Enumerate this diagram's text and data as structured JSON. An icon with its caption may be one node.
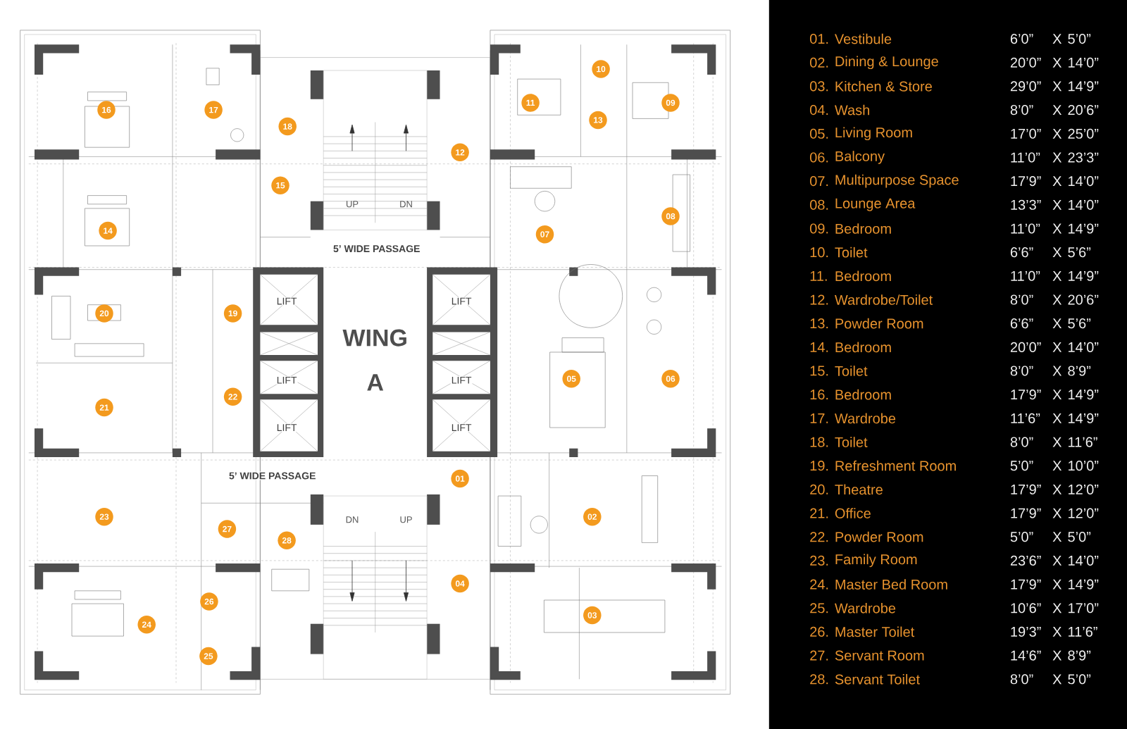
{
  "diagram": {
    "nodes": [
      {
        "text": [
          "01"
        ]
      },
      {
        "text": [
          "02"
        ]
      },
      {
        "text": [
          "03"
        ]
      },
      {
        "text": [
          "04"
        ]
      },
      {
        "text": [
          "05"
        ]
      },
      {
        "text": [
          "06"
        ]
      },
      {
        "text": [
          "07"
        ]
      },
      {
        "text": [
          "08"
        ]
      },
      {
        "text": [
          "09"
        ]
      },
      {
        "text": [
          "10"
        ]
      },
      {
        "text": [
          "11"
        ]
      },
      {
        "text": [
          "12"
        ]
      },
      {
        "text": [
          "13"
        ]
      },
      {
        "text": [
          "14"
        ]
      },
      {
        "text": [
          "15"
        ]
      },
      {
        "text": [
          "16"
        ]
      },
      {
        "text": [
          "17"
        ]
      },
      {
        "text": [
          "18"
        ]
      },
      {
        "text": [
          "19"
        ]
      },
      {
        "text": [
          "20"
        ]
      },
      {
        "text": [
          "21"
        ]
      },
      {
        "text": [
          "22"
        ]
      },
      {
        "text": [
          "23"
        ]
      },
      {
        "text": [
          "24"
        ]
      },
      {
        "text": [
          "25"
        ]
      },
      {
        "text": [
          "26"
        ]
      },
      {
        "text": [
          "27"
        ]
      },
      {
        "text": [
          "28"
        ]
      }
    ],
    "labels": [
      "UP",
      "DN",
      "5’ WIDE PASSAGE",
      "LIFT",
      "LIFT",
      "WING",
      "LIFT",
      "LIFT",
      "A",
      "LIFT",
      "LIFT",
      "5’ WIDE PASSAGE",
      "DN",
      "UP",
      "01.",
      "Vestibule",
      "6’0”",
      "X",
      "5’0”",
      "02.",
      "Dining & Lounge",
      "20’0”",
      "X",
      "14’0”",
      "03.",
      "Kitchen & Store",
      "29’0”",
      "X",
      "14’9”",
      "04.",
      "Wash",
      "8’0”",
      "X",
      "20’6”",
      "05.",
      "Living Room",
      "17’0”",
      "X",
      "25’0”",
      "06.",
      "Balcony",
      "11’0”",
      "X",
      "23’3”",
      "07.",
      "Multipurpose Space",
      "17’9”",
      "X",
      "14’0”",
      "08.",
      "Lounge Area",
      "13’3”",
      "X",
      "14’0”",
      "09.",
      "Bedroom",
      "11’0”",
      "X",
      "14’9”",
      "10.",
      "Toilet",
      "6’6”",
      "X",
      "5’6”",
      "11.",
      "Bedroom",
      "11’0”",
      "X",
      "14’9”",
      "12.",
      "Wardrobe/Toilet",
      "8’0”",
      "X",
      "20’6”",
      "13.",
      "Powder Room",
      "6’6”",
      "X",
      "5’6”",
      "14.",
      "Bedroom",
      "20’0”",
      "X",
      "14’0”",
      "15.",
      "Toilet",
      "8’0”",
      "X",
      "8’9”",
      "16.",
      "Bedroom",
      "17’9”",
      "X",
      "14’9”",
      "17.",
      "Wardrobe",
      "11’6”",
      "X",
      "14’9”",
      "18.",
      "Toilet",
      "8’0”",
      "X",
      "11’6”",
      "19.",
      "Refreshment Room",
      "5’0”",
      "X",
      "10’0”",
      "20.",
      "Theatre",
      "17’9”",
      "X",
      "12’0”",
      "21.",
      "Office",
      "17’9”",
      "X",
      "12’0”",
      "22.",
      "Powder Room",
      "5’0”",
      "X",
      "5’0”",
      "23.",
      "Family Room",
      "23’6”",
      "X",
      "14’0”",
      "24.",
      "Master Bed Room",
      "17’9”",
      "X",
      "14’9”",
      "25.",
      "Wardrobe",
      "10’6”",
      "X",
      "17’0”",
      "26.",
      "Master Toilet",
      "19’3”",
      "X",
      "11’6”",
      "27.",
      "Servant Room",
      "14’6”",
      "X",
      "8’9”",
      "28.",
      "Servant Toilet",
      "8’0”",
      "X",
      "5’0”"
    ]
  }
}
